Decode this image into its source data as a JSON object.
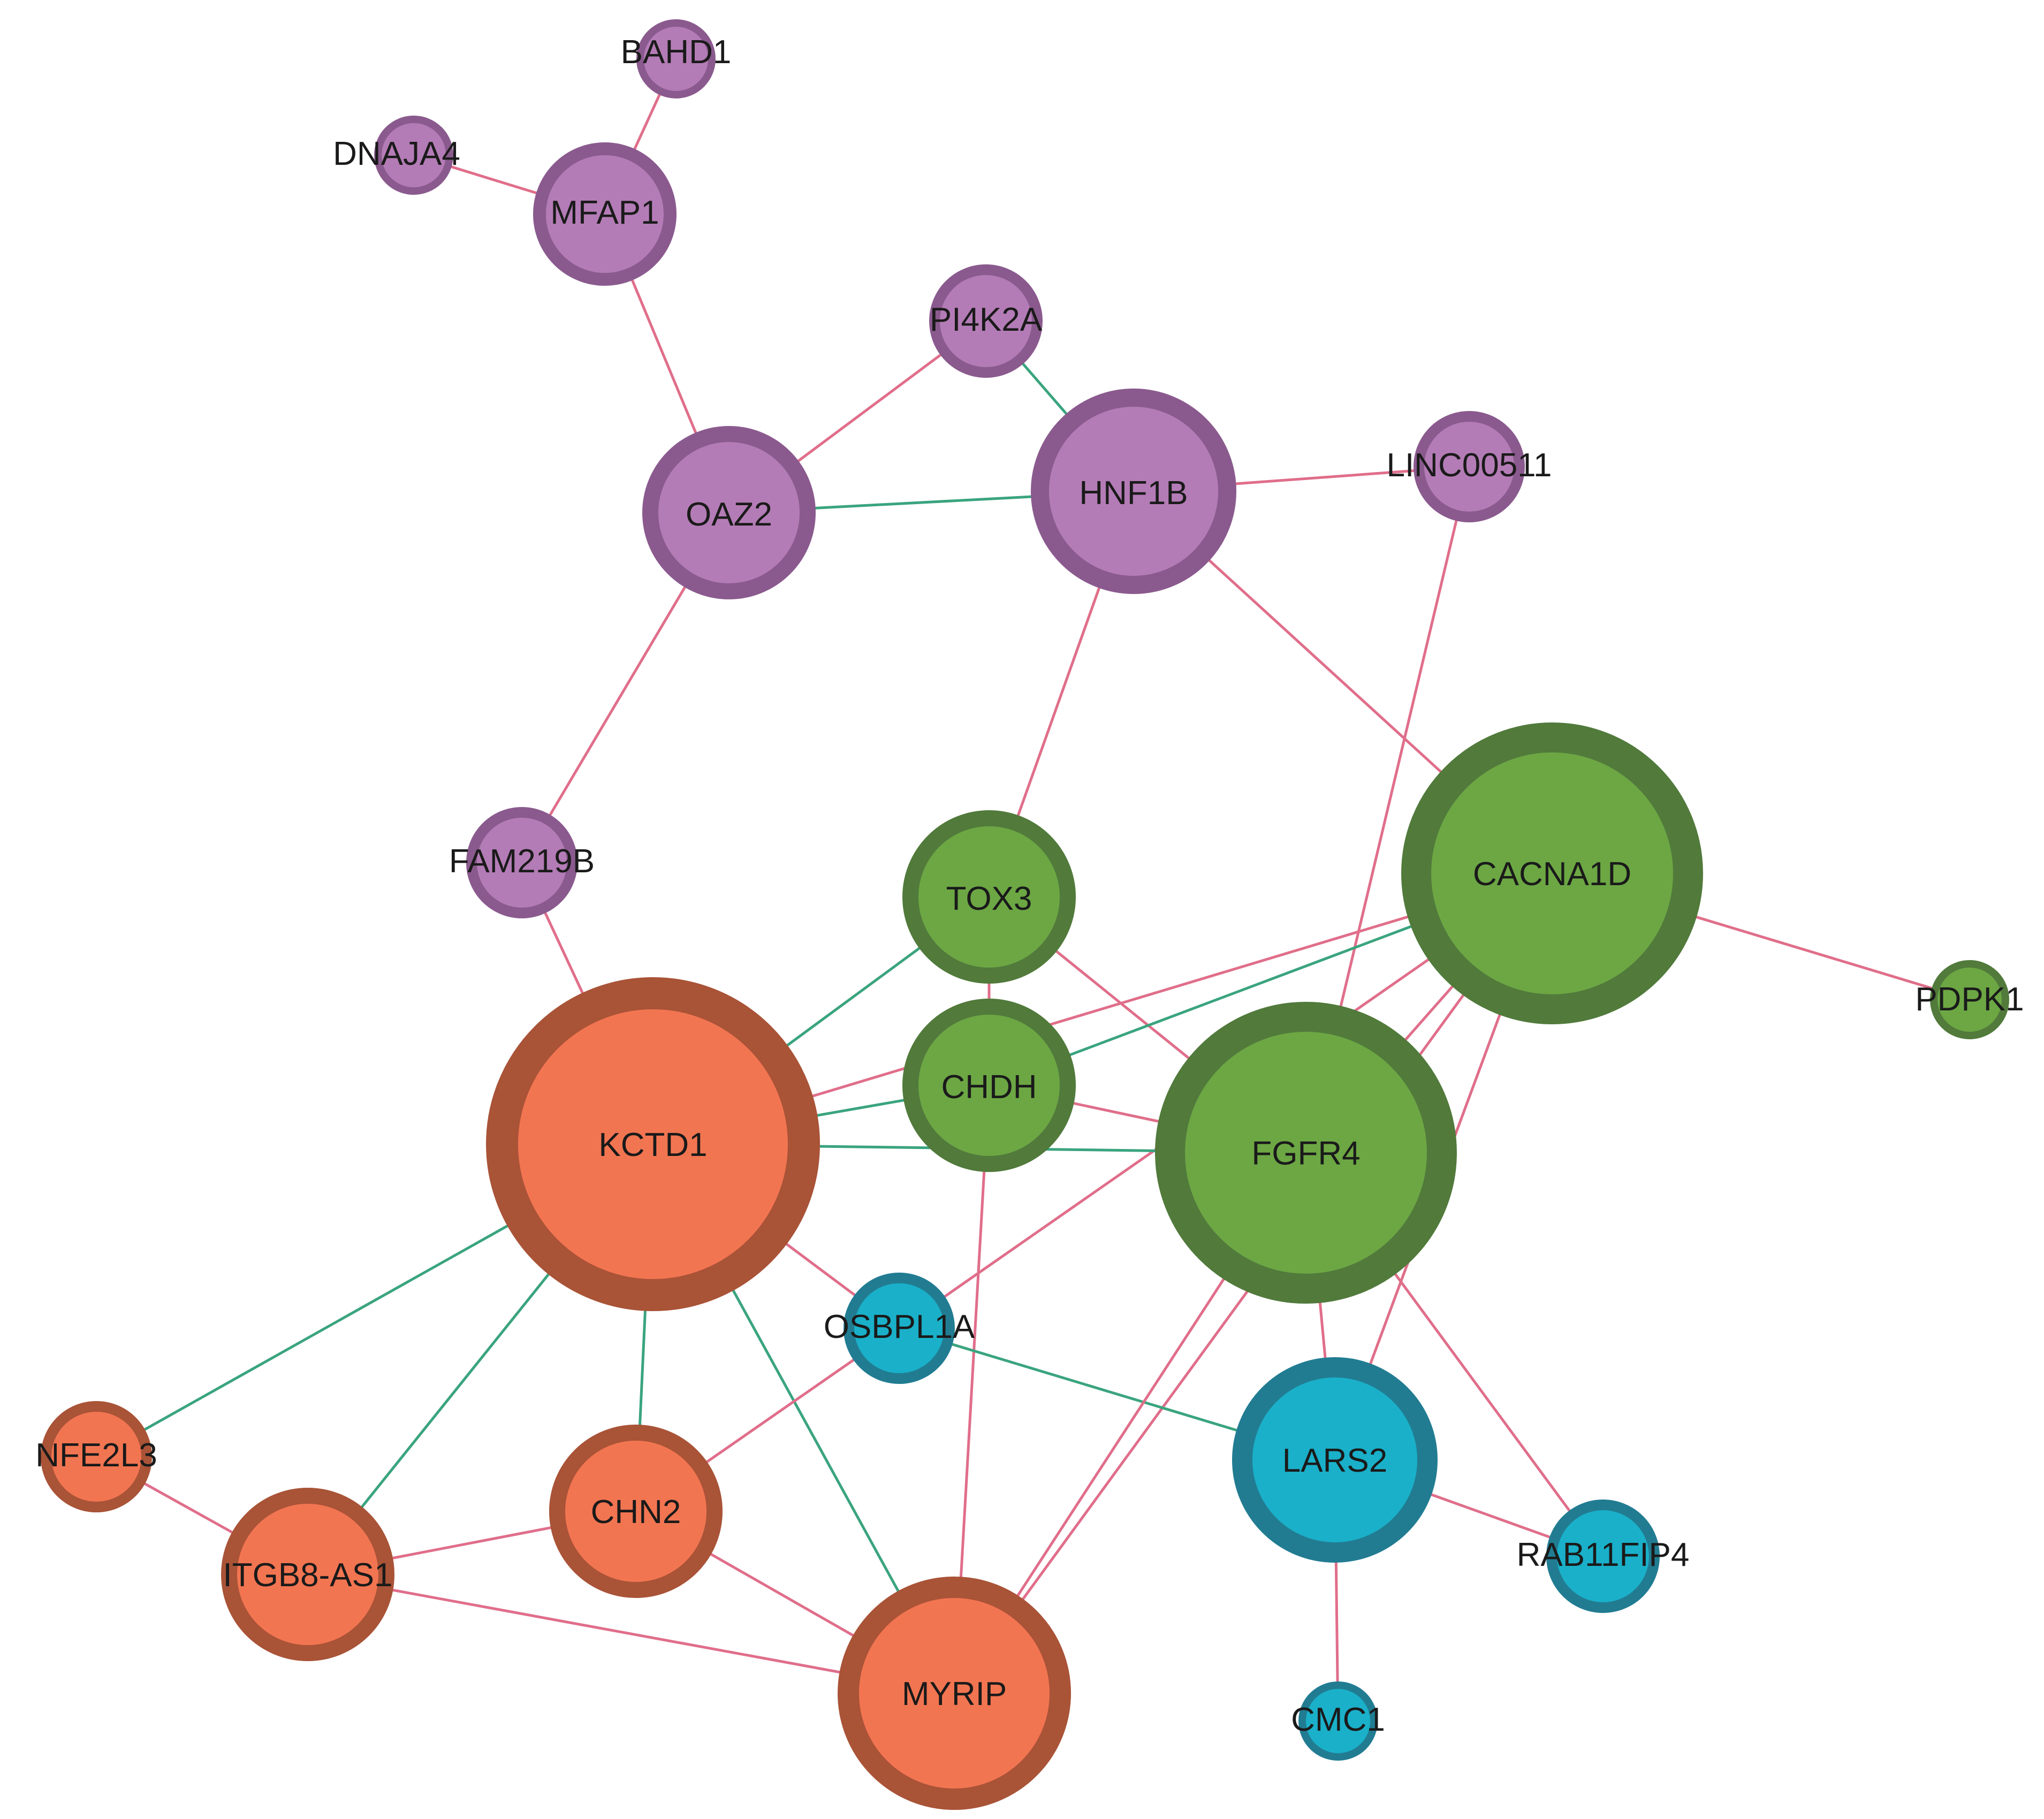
{
  "colors": {
    "purple": {
      "fill": "#b47cb6",
      "stroke": "#8a5a8e"
    },
    "green": {
      "fill": "#6ca744",
      "stroke": "#517a3b"
    },
    "orange": {
      "fill": "#f27551",
      "stroke": "#a95337"
    },
    "blue": {
      "fill": "#1ab0c9",
      "stroke": "#217c92"
    },
    "edge_pink": "#e06e8a",
    "edge_green": "#3aa47e"
  },
  "nodes": [
    {
      "id": "BAHD1",
      "label": "BAHD1",
      "group": "purple",
      "degree": 1
    },
    {
      "id": "DNAJA4",
      "label": "DNAJA4",
      "group": "purple",
      "degree": 1
    },
    {
      "id": "MFAP1",
      "label": "MFAP1",
      "group": "purple",
      "degree": 3
    },
    {
      "id": "PI4K2A",
      "label": "PI4K2A",
      "group": "purple",
      "degree": 2
    },
    {
      "id": "OAZ2",
      "label": "OAZ2",
      "group": "purple",
      "degree": 4
    },
    {
      "id": "HNF1B",
      "label": "HNF1B",
      "group": "purple",
      "degree": 5
    },
    {
      "id": "LINC00511",
      "label": "LINC00511",
      "group": "purple",
      "degree": 2
    },
    {
      "id": "FAM219B",
      "label": "FAM219B",
      "group": "purple",
      "degree": 2
    },
    {
      "id": "TOX3",
      "label": "TOX3",
      "group": "green",
      "degree": 4
    },
    {
      "id": "CACNA1D",
      "label": "CACNA1D",
      "group": "green",
      "degree": 8
    },
    {
      "id": "PDPK1",
      "label": "PDPK1",
      "group": "green",
      "degree": 1
    },
    {
      "id": "CHDH",
      "label": "CHDH",
      "group": "green",
      "degree": 5
    },
    {
      "id": "FGFR4",
      "label": "FGFR4",
      "group": "green",
      "degree": 9
    },
    {
      "id": "KCTD1",
      "label": "KCTD1",
      "group": "orange",
      "degree": 10
    },
    {
      "id": "OSBPL1A",
      "label": "OSBPL1A",
      "group": "blue",
      "degree": 2
    },
    {
      "id": "NFE2L3",
      "label": "NFE2L3",
      "group": "orange",
      "degree": 2
    },
    {
      "id": "CHN2",
      "label": "CHN2",
      "group": "orange",
      "degree": 4
    },
    {
      "id": "ITGB8-AS1",
      "label": "ITGB8-AS1",
      "group": "orange",
      "degree": 4
    },
    {
      "id": "MYRIP",
      "label": "MYRIP",
      "group": "orange",
      "degree": 7
    },
    {
      "id": "LARS2",
      "label": "LARS2",
      "group": "blue",
      "degree": 6
    },
    {
      "id": "RAB11FIP4",
      "label": "RAB11FIP4",
      "group": "blue",
      "degree": 2
    },
    {
      "id": "CMC1",
      "label": "CMC1",
      "group": "blue",
      "degree": 1
    }
  ],
  "edges": [
    {
      "source": "BAHD1",
      "target": "MFAP1",
      "type": "pink"
    },
    {
      "source": "DNAJA4",
      "target": "MFAP1",
      "type": "pink"
    },
    {
      "source": "MFAP1",
      "target": "OAZ2",
      "type": "pink"
    },
    {
      "source": "PI4K2A",
      "target": "OAZ2",
      "type": "pink"
    },
    {
      "source": "PI4K2A",
      "target": "HNF1B",
      "type": "green"
    },
    {
      "source": "OAZ2",
      "target": "HNF1B",
      "type": "green"
    },
    {
      "source": "HNF1B",
      "target": "LINC00511",
      "type": "pink"
    },
    {
      "source": "OAZ2",
      "target": "FAM219B",
      "type": "pink"
    },
    {
      "source": "HNF1B",
      "target": "TOX3",
      "type": "pink"
    },
    {
      "source": "HNF1B",
      "target": "CACNA1D",
      "type": "pink"
    },
    {
      "source": "LINC00511",
      "target": "FGFR4",
      "type": "pink"
    },
    {
      "source": "FAM219B",
      "target": "KCTD1",
      "type": "pink"
    },
    {
      "source": "TOX3",
      "target": "KCTD1",
      "type": "green"
    },
    {
      "source": "TOX3",
      "target": "CHDH",
      "type": "pink"
    },
    {
      "source": "TOX3",
      "target": "FGFR4",
      "type": "pink"
    },
    {
      "source": "CACNA1D",
      "target": "PDPK1",
      "type": "pink"
    },
    {
      "source": "CACNA1D",
      "target": "CHDH",
      "type": "green"
    },
    {
      "source": "CACNA1D",
      "target": "KCTD1",
      "type": "pink"
    },
    {
      "source": "CACNA1D",
      "target": "FGFR4",
      "type": "pink"
    },
    {
      "source": "CACNA1D",
      "target": "OSBPL1A",
      "type": "pink"
    },
    {
      "source": "CACNA1D",
      "target": "MYRIP",
      "type": "pink"
    },
    {
      "source": "CACNA1D",
      "target": "LARS2",
      "type": "pink"
    },
    {
      "source": "KCTD1",
      "target": "CHDH",
      "type": "green"
    },
    {
      "source": "KCTD1",
      "target": "FGFR4",
      "type": "green"
    },
    {
      "source": "CHDH",
      "target": "FGFR4",
      "type": "pink"
    },
    {
      "source": "CHDH",
      "target": "MYRIP",
      "type": "pink"
    },
    {
      "source": "KCTD1",
      "target": "OSBPL1A",
      "type": "pink"
    },
    {
      "source": "KCTD1",
      "target": "NFE2L3",
      "type": "green"
    },
    {
      "source": "KCTD1",
      "target": "ITGB8-AS1",
      "type": "green"
    },
    {
      "source": "KCTD1",
      "target": "CHN2",
      "type": "green"
    },
    {
      "source": "KCTD1",
      "target": "MYRIP",
      "type": "green"
    },
    {
      "source": "OSBPL1A",
      "target": "CHN2",
      "type": "pink"
    },
    {
      "source": "OSBPL1A",
      "target": "LARS2",
      "type": "green"
    },
    {
      "source": "FGFR4",
      "target": "MYRIP",
      "type": "pink"
    },
    {
      "source": "FGFR4",
      "target": "LARS2",
      "type": "pink"
    },
    {
      "source": "FGFR4",
      "target": "RAB11FIP4",
      "type": "pink"
    },
    {
      "source": "NFE2L3",
      "target": "ITGB8-AS1",
      "type": "pink"
    },
    {
      "source": "ITGB8-AS1",
      "target": "CHN2",
      "type": "pink"
    },
    {
      "source": "ITGB8-AS1",
      "target": "MYRIP",
      "type": "pink"
    },
    {
      "source": "CHN2",
      "target": "MYRIP",
      "type": "pink"
    },
    {
      "source": "LARS2",
      "target": "RAB11FIP4",
      "type": "pink"
    },
    {
      "source": "LARS2",
      "target": "CMC1",
      "type": "pink"
    }
  ]
}
